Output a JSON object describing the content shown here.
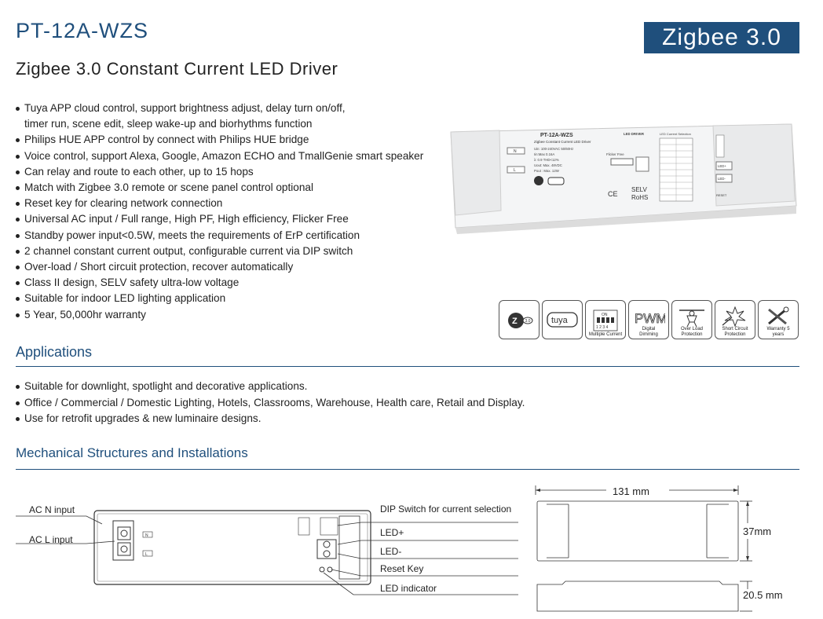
{
  "header": {
    "model": "PT-12A-WZS",
    "badge": "Zigbee 3.0",
    "subtitle": "Zigbee 3.0 Constant Current LED Driver"
  },
  "features": [
    "Tuya APP cloud control, support brightness adjust, delay turn on/off,",
    "Philips HUE APP control by connect with Philips HUE bridge",
    "Voice control, support Alexa, Google, Amazon ECHO and TmallGenie smart speaker",
    "Can relay and route to each other, up to 15 hops",
    "Match with Zigbee 3.0 remote or scene panel control optional",
    "Reset key for clearing network connection",
    "Universal AC input / Full range, High PF, High efficiency, Flicker Free",
    "Standby power input<0.5W, meets the requirements of ErP certification",
    "2 channel constant current output, configurable current via DIP switch",
    "Over-load / Short circuit protection, recover automatically",
    "Class II design, SELV safety ultra-low voltage",
    "Suitable for indoor LED lighting application",
    "5 Year, 50,000hr warranty"
  ],
  "feature_continuation": "timer run, scene edit, sleep wake-up and biorhythms function",
  "product": {
    "model": "PT-12A-WZS",
    "desc": "Zigbee Constant Current LED Driver",
    "specs": [
      "Uin: 100-240VAC 50/60Hz",
      "Iin:Max 0.16A",
      "λ: 0.9  THD<12%",
      "Uout: Max. 48VDC",
      "Pout : Max. 12W"
    ],
    "flicker": "Flicker Free",
    "driver_label": "LED DRIVER",
    "current_label": "LED Current Selection",
    "selv": "SELV",
    "rohs": "RoHS",
    "terminal_n": "N",
    "terminal_l": "L",
    "led_plus": "LED+",
    "led_minus": "LED-",
    "reset": "RESET"
  },
  "icons": [
    {
      "name": "zigbee-icon",
      "caption": ""
    },
    {
      "name": "tuya-icon",
      "caption": ""
    },
    {
      "name": "dip-switch-icon",
      "caption": "Multiple Current"
    },
    {
      "name": "pwm-icon",
      "caption": "Digital Dimming"
    },
    {
      "name": "overload-icon",
      "caption": "Over Load Protection"
    },
    {
      "name": "short-circuit-icon",
      "caption": "Short Circuit Protection"
    },
    {
      "name": "warranty-icon",
      "caption": "Warranty 5 years"
    }
  ],
  "icon_text": {
    "zigbee_num": "3.0",
    "tuya": "tuya",
    "dip_on": "ON",
    "dip_nums": "1 2 3 4",
    "pwm": "PWM"
  },
  "applications": {
    "heading": "Applications",
    "items": [
      "Suitable for downlight, spotlight and decorative applications.",
      "Office / Commercial / Domestic Lighting, Hotels, Classrooms, Warehouse, Health care, Retail and Display.",
      "Use for retrofit upgrades & new luminaire designs."
    ]
  },
  "mechanical": {
    "heading": "Mechanical Structures and Installations",
    "callouts_left": [
      "AC N input",
      "AC L input"
    ],
    "callouts_right": [
      "DIP Switch for current selection",
      "LED+",
      "LED-",
      "Reset Key",
      "LED indicator"
    ],
    "dim_length": "131 mm",
    "dim_width": "37mm",
    "dim_height": "20.5 mm"
  },
  "colors": {
    "accent": "#1f4f7c"
  }
}
